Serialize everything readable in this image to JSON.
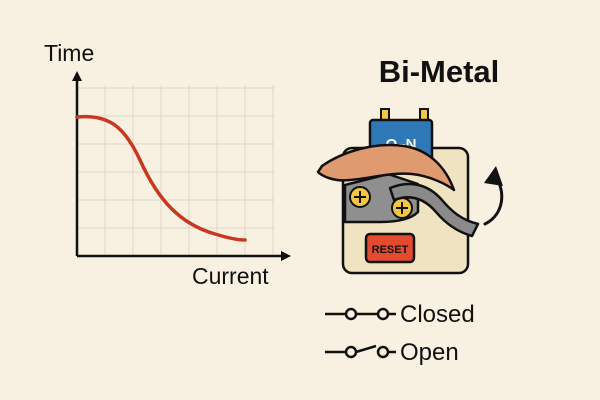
{
  "graph": {
    "y_label": "Time",
    "x_label": "Current",
    "curve_color": "#c8371f",
    "grid_color": "#ddd7c6"
  },
  "device": {
    "title": "Bi-Metal",
    "switch_label": "O–N",
    "reset_label": "RESET",
    "body_color": "#f0e3c2",
    "switch_color": "#2f78b7",
    "screw_color": "#f2c744",
    "strip_top_color": "#e09a6f",
    "strip_bottom_color": "#8a8a8a",
    "reset_color": "#e34a2f",
    "arrow_icon": "curved-arrow-up"
  },
  "legend": {
    "items": [
      {
        "label": "Closed",
        "icon": "switch-closed-symbol"
      },
      {
        "label": "Open",
        "icon": "switch-open-symbol"
      }
    ]
  }
}
